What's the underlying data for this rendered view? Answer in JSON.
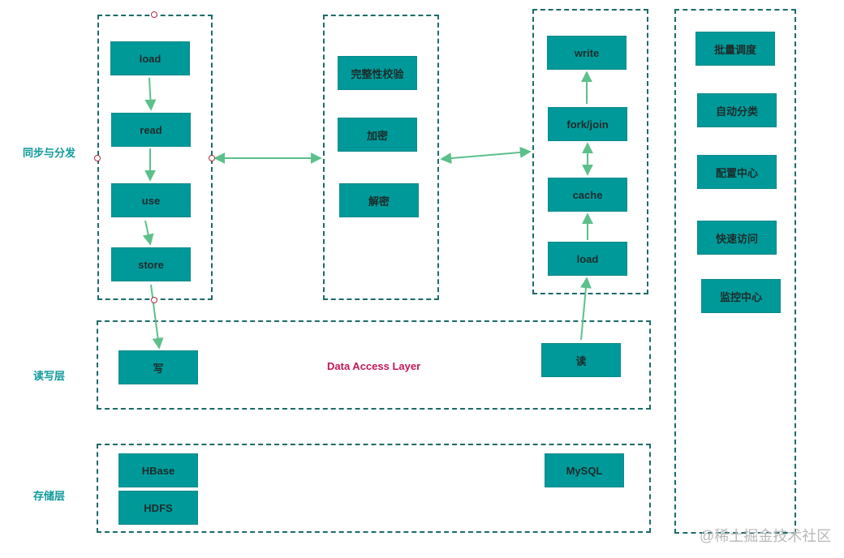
{
  "diagram": {
    "side_labels": {
      "sync": "同步与分发",
      "rw": "读写层",
      "storage": "存储层"
    },
    "pipeline": [
      "load",
      "read",
      "use",
      "store"
    ],
    "security": [
      "完整性校验",
      "加密",
      "解密"
    ],
    "read_path": {
      "write": "write",
      "fork": "fork/join",
      "cache": "cache",
      "load": "load"
    },
    "management": [
      "批量调度",
      "自动分类",
      "配置中心",
      "快速访问",
      "监控中心"
    ],
    "access_layer": {
      "label": "Data Access Layer",
      "write": "写",
      "read": "读"
    },
    "storage": [
      "HBase",
      "HDFS",
      "MySQL"
    ],
    "watermark": "@稀土掘金技术社区"
  },
  "colors": {
    "box_fill": "#009999",
    "frame_border": "#1d6a6a",
    "arrow": "#5cc08b",
    "label": "#0f9a9a",
    "layer_label": "#c2185b"
  }
}
